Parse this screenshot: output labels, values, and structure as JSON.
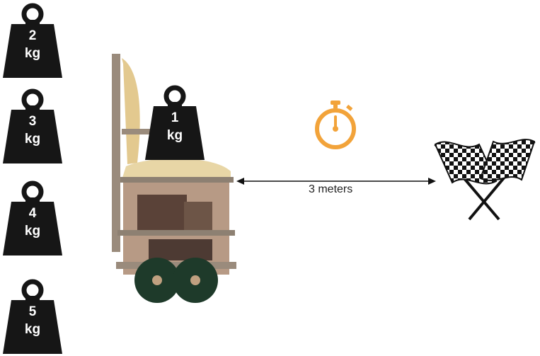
{
  "weights": [
    {
      "value": "2",
      "unit": "kg"
    },
    {
      "value": "3",
      "unit": "kg"
    },
    {
      "value": "4",
      "unit": "kg"
    },
    {
      "value": "5",
      "unit": "kg"
    },
    {
      "value": "1",
      "unit": "kg"
    }
  ],
  "distance_label": "3 meters",
  "colors": {
    "weight": "#161616",
    "stopwatch": "#f2a33a",
    "arrow": "#111111"
  },
  "icons": [
    "weight-icon",
    "robot-chair-photo",
    "stopwatch-icon",
    "double-arrow",
    "checkered-flags-icon"
  ]
}
